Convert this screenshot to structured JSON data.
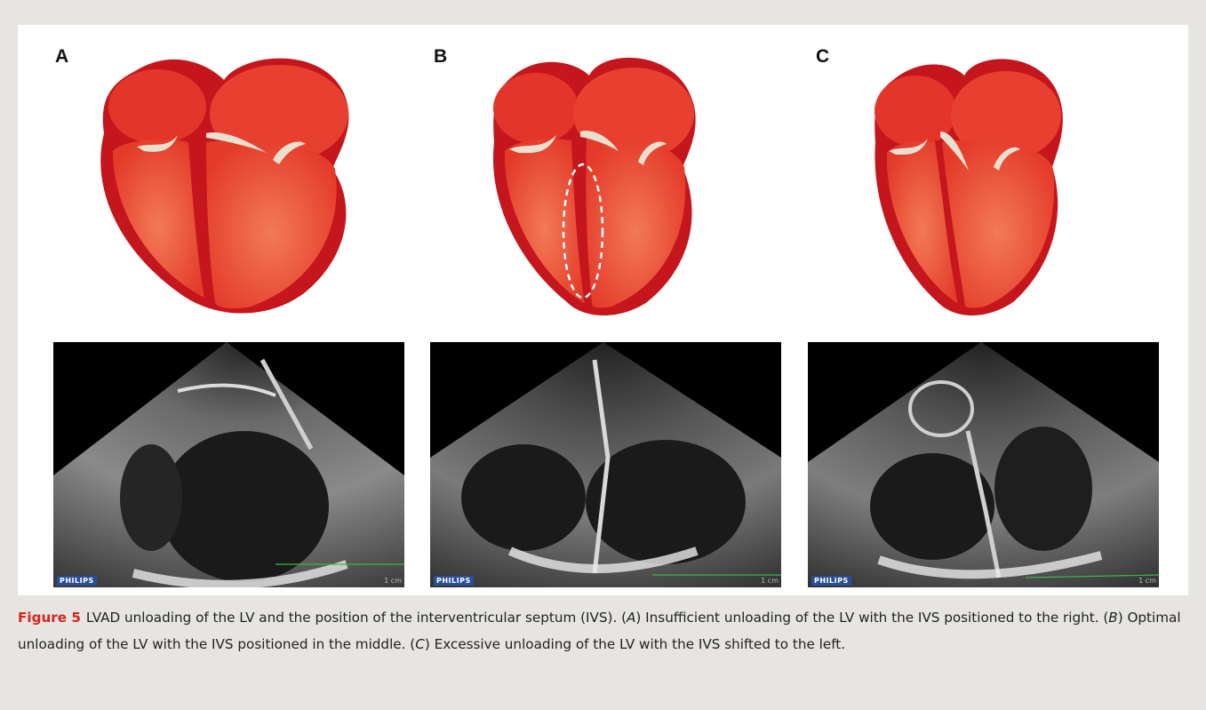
{
  "panels": [
    {
      "letter": "A",
      "echo_brand": "PHILIPS",
      "echo_scale": "1 cm"
    },
    {
      "letter": "B",
      "echo_brand": "PHILIPS",
      "echo_scale": "1 cm"
    },
    {
      "letter": "C",
      "echo_brand": "PHILIPS",
      "echo_scale": "1 cm"
    }
  ],
  "colors": {
    "heart_outer": "#c4161c",
    "heart_inner": "#e8432f",
    "heart_highlight": "#f27a55",
    "valve": "#e9e0cf",
    "figure_label": "#d4271f",
    "caption_bg": "#e6e5e2",
    "ecg": "#3bb54a"
  },
  "caption": {
    "figure_label": "Figure 5",
    "intro": "LVAD unloading of the LV and the position of the interventricular septum (IVS). (",
    "a_letter": "A",
    "a_text": ") Insufficient unloading of the LV with the IVS positioned to the right. (",
    "b_letter": "B",
    "b_text": ") Optimal unloading of the LV with the IVS positioned in the middle. (",
    "c_letter": "C",
    "c_text": ") Excessive unloading of the LV with the IVS shifted to the left."
  }
}
